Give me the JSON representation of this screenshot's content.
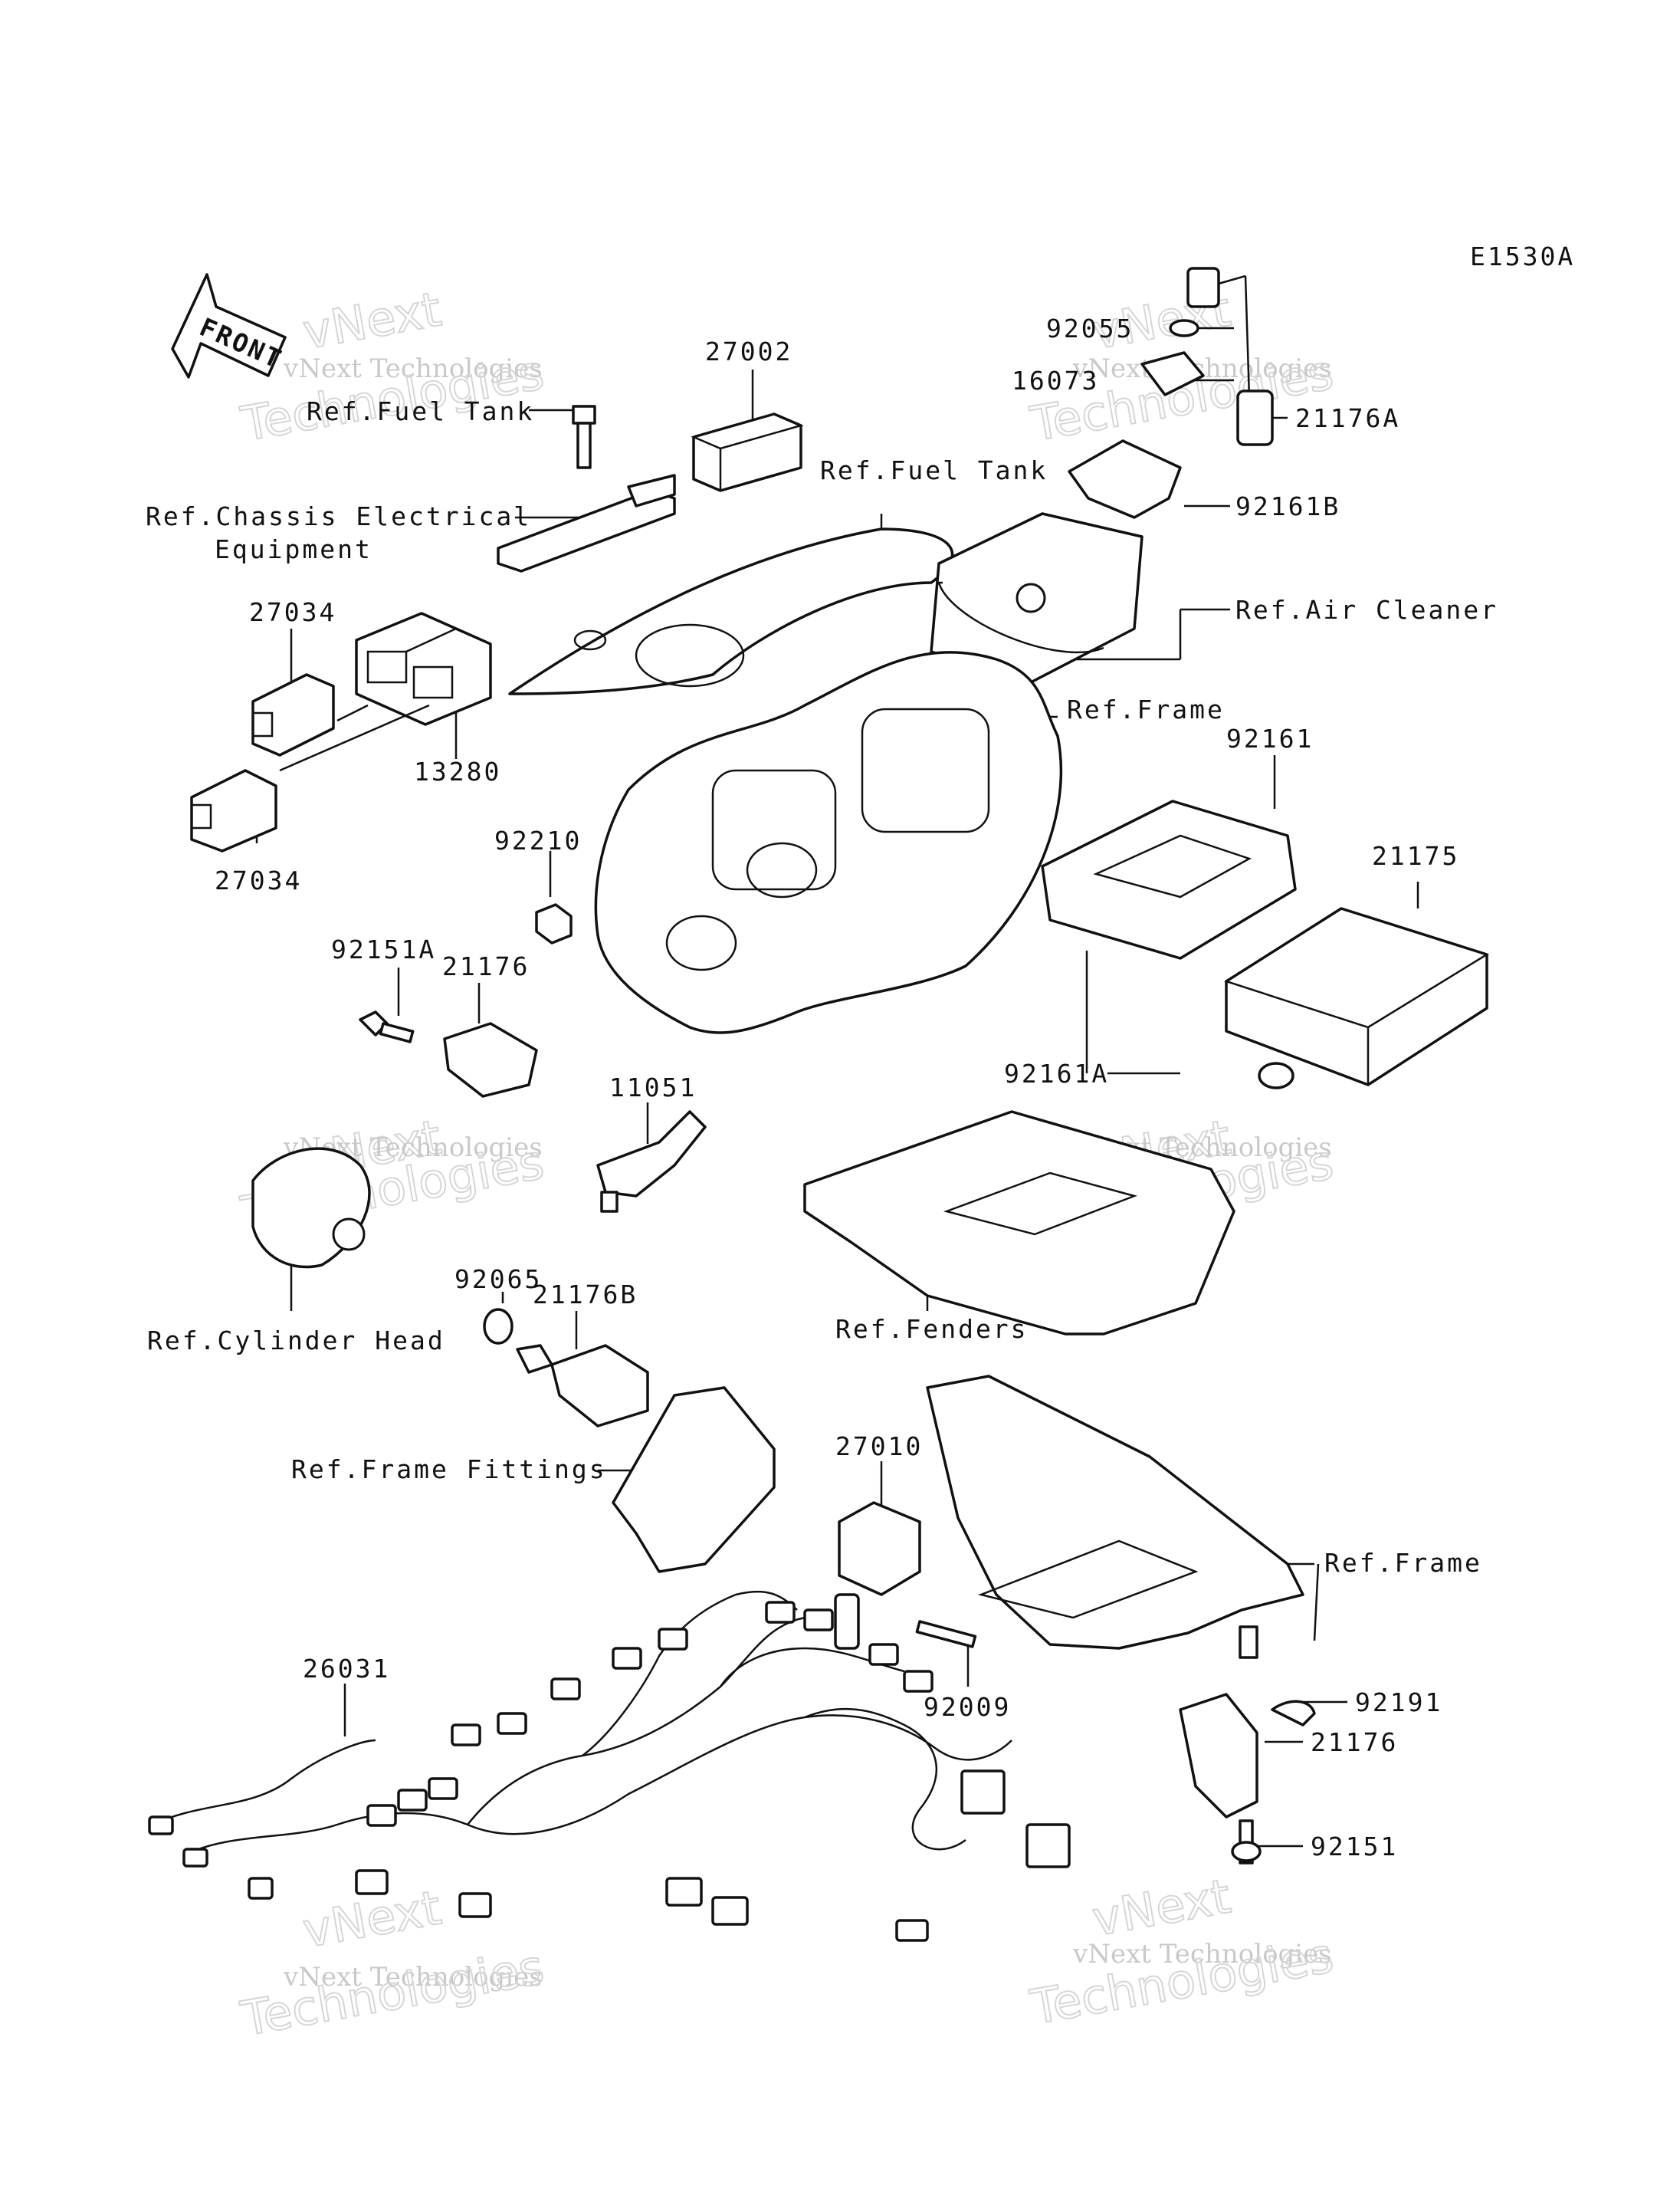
{
  "diagram_code": "E1530A",
  "front_arrow": "FRONT",
  "watermark": {
    "small": "vNext Technologies",
    "large_top": "vNext",
    "large_bottom": "Technologies"
  },
  "labels": {
    "p27002": "27002",
    "ref_fuel_tank_1": "Ref.Fuel Tank",
    "ref_chassis_1": "Ref.Chassis Electrical",
    "ref_chassis_2": "Equipment",
    "ref_fuel_tank_2": "Ref.Fuel Tank",
    "p92055": "92055",
    "p16073": "16073",
    "p21176A": "21176A",
    "p92161B": "92161B",
    "ref_air_cleaner": "Ref.Air Cleaner",
    "p27034_a": "27034",
    "p13280": "13280",
    "p27034_b": "27034",
    "ref_frame_1": "Ref.Frame",
    "p92161": "92161",
    "p92210": "92210",
    "p21175": "21175",
    "p92151A": "92151A",
    "p21176_a": "21176",
    "p92161A": "92161A",
    "p11051": "11051",
    "p92065": "92065",
    "p21176B": "21176B",
    "ref_cylinder_head": "Ref.Cylinder Head",
    "ref_fenders": "Ref.Fenders",
    "ref_frame_fittings": "Ref.Frame Fittings",
    "p27010": "27010",
    "ref_frame_2": "Ref.Frame",
    "p26031": "26031",
    "p92009": "92009",
    "p92191": "92191",
    "p21176_b": "21176",
    "p92151": "92151"
  }
}
